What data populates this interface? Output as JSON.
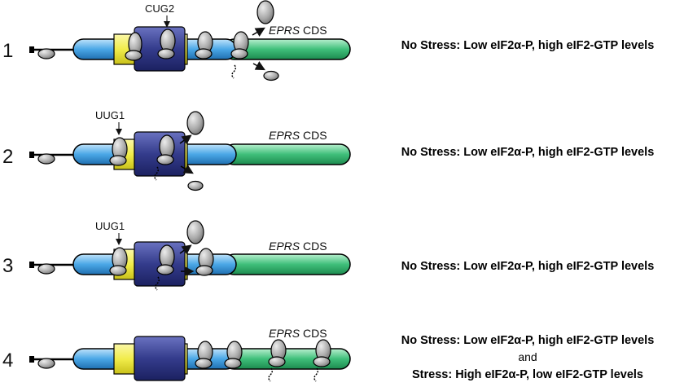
{
  "colors": {
    "utr_blue": "#4aa7e6",
    "cds_green": "#3fbf7a",
    "yellow_box": "#f1ec4b",
    "dark_box": "#343c8c",
    "ribosome_gray": "#a9a9a9"
  },
  "rows": [
    {
      "number": "1",
      "codon_label": "CUG2",
      "cds_italic": "EPRS",
      "cds_suffix": " CDS",
      "status_lines": [
        "No Stress: Low eIF2α-P, high eIF2-GTP levels"
      ]
    },
    {
      "number": "2",
      "codon_label": "UUG1",
      "cds_italic": "EPRS",
      "cds_suffix": " CDS",
      "status_lines": [
        "No Stress: Low eIF2α-P, high eIF2-GTP levels"
      ]
    },
    {
      "number": "3",
      "codon_label": "UUG1",
      "cds_italic": "EPRS",
      "cds_suffix": " CDS",
      "status_lines": [
        "No Stress: Low eIF2α-P, high eIF2-GTP levels"
      ]
    },
    {
      "number": "4",
      "codon_label": "",
      "cds_italic": "EPRS",
      "cds_suffix": " CDS",
      "status_lines": [
        "No Stress: Low eIF2α-P, high eIF2-GTP levels",
        "and",
        "Stress: High eIF2α-P, low eIF2-GTP levels"
      ]
    }
  ]
}
